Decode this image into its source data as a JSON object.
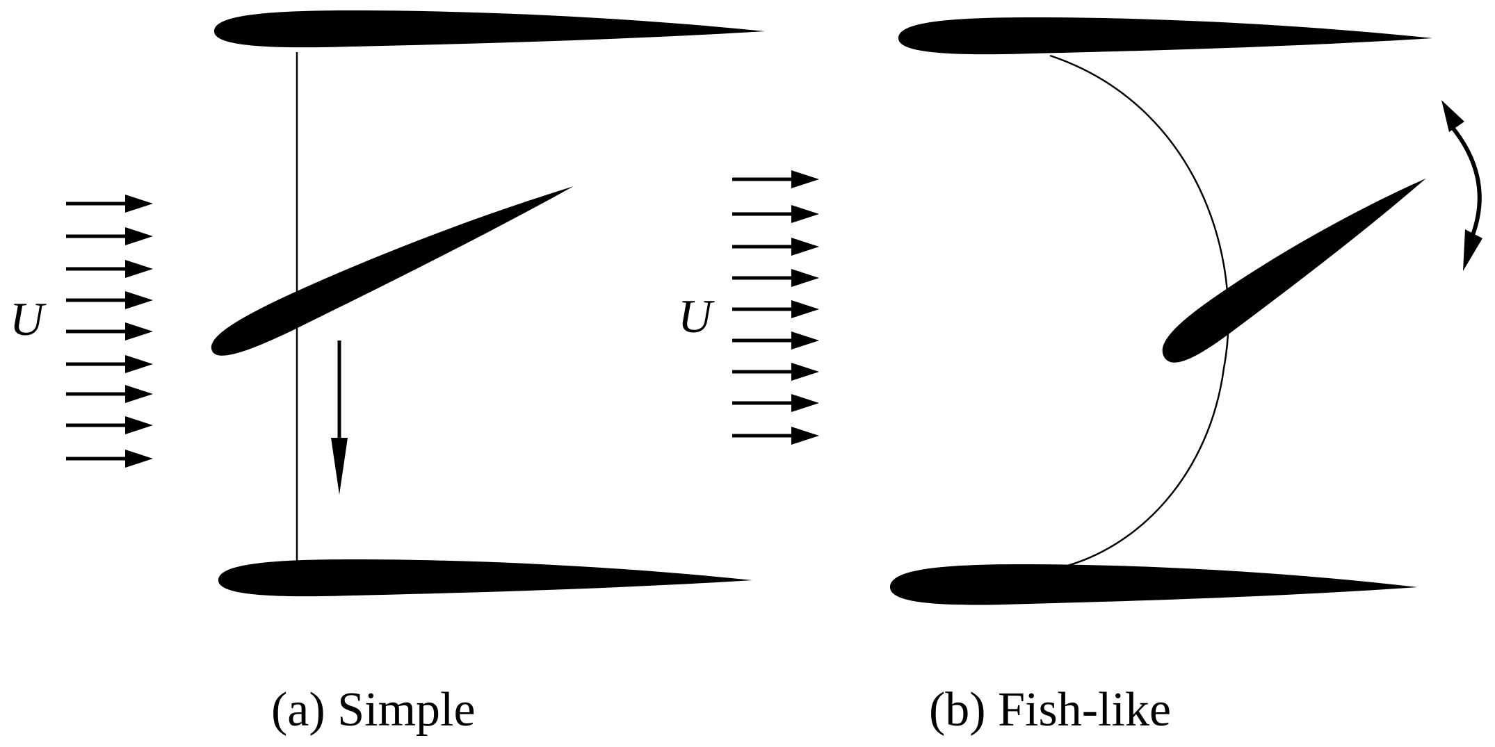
{
  "panels": [
    {
      "id": "a",
      "caption": "(a) Simple",
      "flow_label": "U",
      "motion": "vertical translation (downward arrow)"
    },
    {
      "id": "b",
      "caption": "(b) Fish-like",
      "flow_label": "U",
      "motion": "rotation along curved path (double-headed curved arrow)"
    }
  ],
  "colors": {
    "foil": "#000000",
    "background": "#ffffff"
  },
  "flow_arrows_per_panel": 9
}
